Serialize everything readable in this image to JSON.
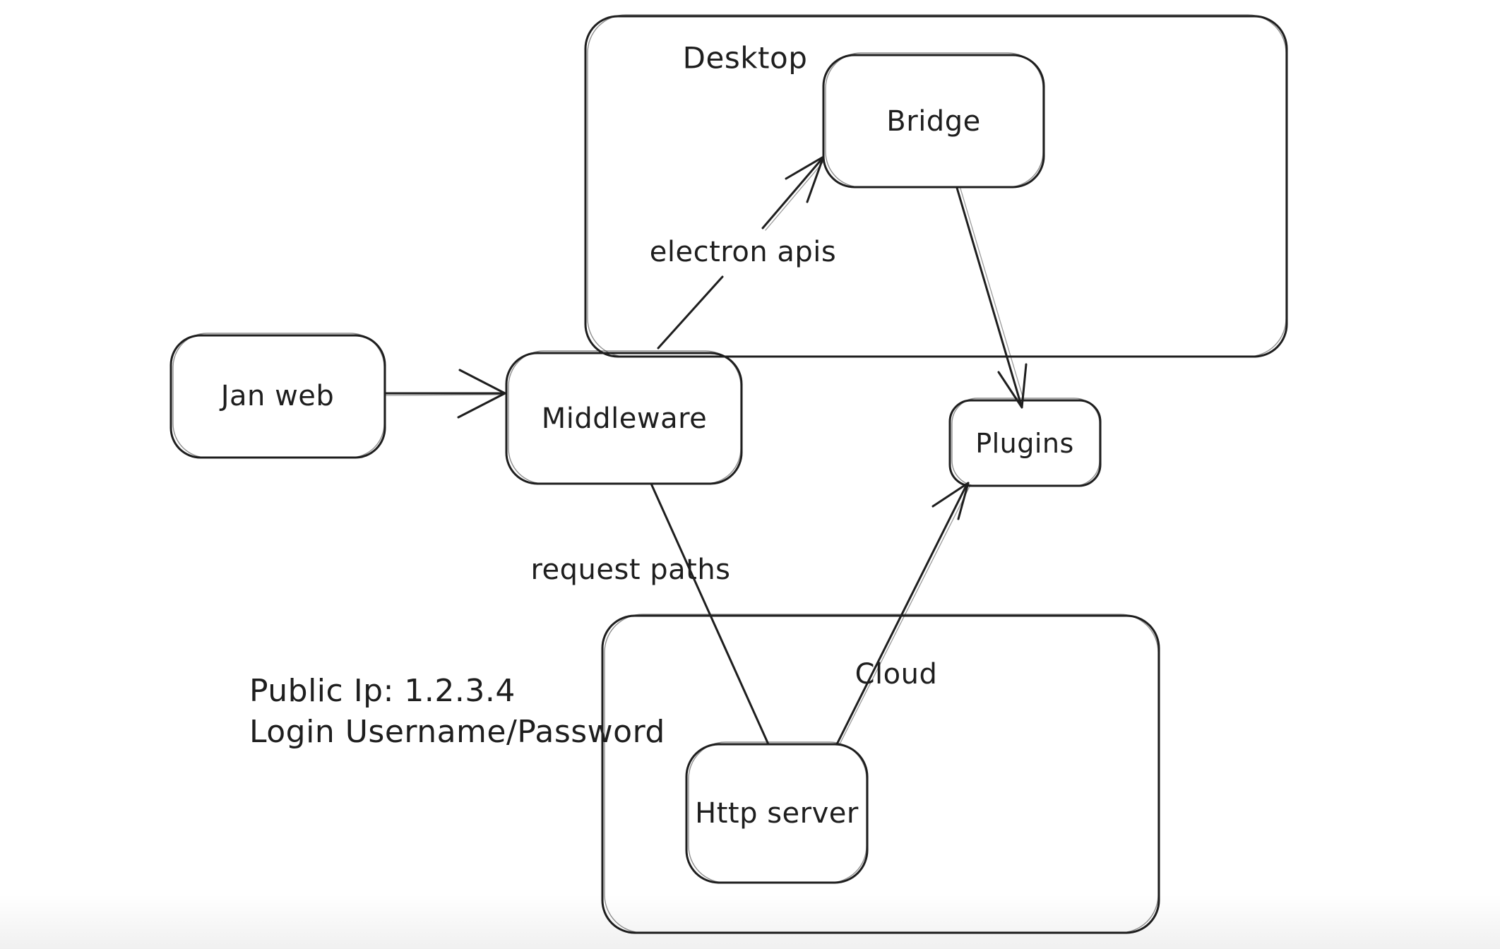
{
  "canvas": {
    "background": "#ffffff",
    "stroke_color": "#1e1e1e"
  },
  "diagram": {
    "containers": [
      {
        "id": "desktop",
        "label": "Desktop"
      },
      {
        "id": "cloud",
        "label": "Cloud"
      }
    ],
    "nodes": [
      {
        "id": "jan-web",
        "label": "Jan web"
      },
      {
        "id": "middleware",
        "label": "Middleware"
      },
      {
        "id": "bridge",
        "label": "Bridge"
      },
      {
        "id": "plugins",
        "label": "Plugins"
      },
      {
        "id": "http-server",
        "label": "Http server"
      }
    ],
    "edges": [
      {
        "from": "jan-web",
        "to": "middleware",
        "label": ""
      },
      {
        "from": "middleware",
        "to": "bridge",
        "label": "electron apis"
      },
      {
        "from": "bridge",
        "to": "plugins",
        "label": ""
      },
      {
        "from": "middleware",
        "to": "http-server",
        "label": "request paths"
      },
      {
        "from": "http-server",
        "to": "plugins",
        "label": ""
      }
    ],
    "note": {
      "line1": "Public Ip: 1.2.3.4",
      "line2": "Login Username/Password"
    }
  }
}
